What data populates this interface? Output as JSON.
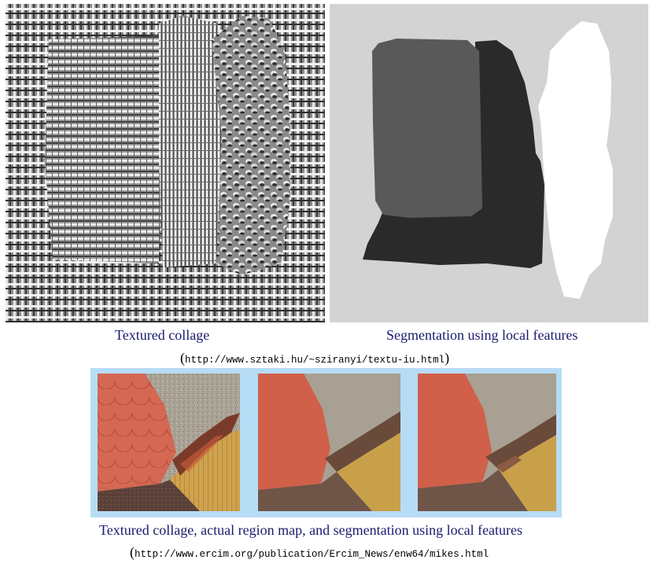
{
  "top_figure": {
    "left_caption": "Textured collage",
    "right_caption": "Segmentation using local features",
    "source": {
      "open": "(",
      "url": "http://www.sztaki.hu/~sziranyi/textu-iu.html",
      "close": ")"
    }
  },
  "bottom_figure": {
    "caption": "Textured collage, actual region map, and segmentation using local features",
    "source": {
      "open": "(",
      "url": "http://www.ercim.org/publication/Ercim_News/enw64/mikes.html"
    }
  },
  "colors": {
    "caption_text": "#1a1a6e",
    "segmentation_background": "#d3d3d3",
    "segmentation_region_dark": "#2a2a2a",
    "segmentation_region_mid": "#595959",
    "segmentation_region_white": "#ffffff",
    "bottom_frame": "#b7dcf5",
    "tile_red": "#d0604a",
    "stone_gray": "#a8a092",
    "brown": "#6a4a3a",
    "wood_yellow": "#c9a04a"
  }
}
